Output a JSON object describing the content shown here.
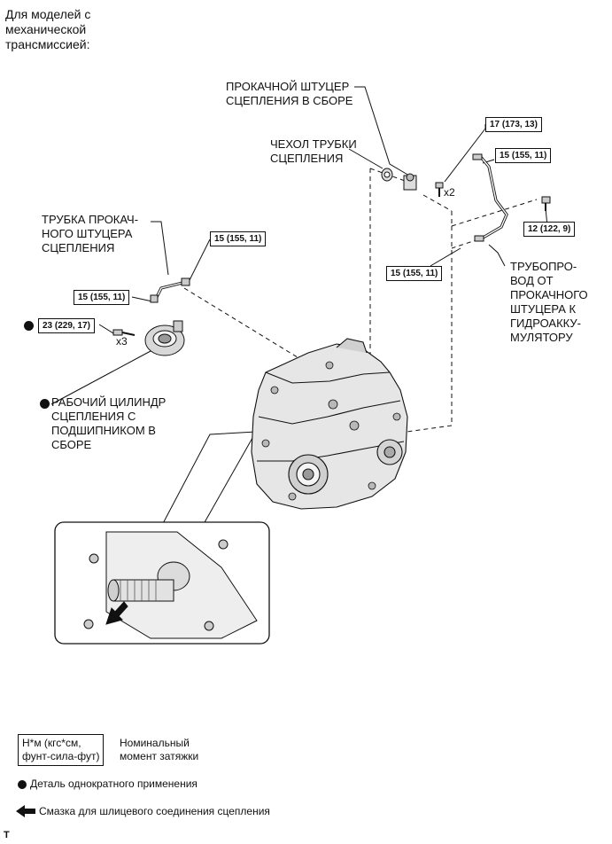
{
  "heading": [
    "Для моделей с",
    "механической",
    "трансмиссией:"
  ],
  "labels": {
    "bleeder_plug": [
      "ПРОКАЧНОЙ ШТУЦЕР",
      "СЦЕПЛЕНИЯ В СБОРЕ"
    ],
    "tube_cap": [
      "ЧЕХОЛ ТРУБКИ",
      "СЦЕПЛЕНИЯ"
    ],
    "bleeder_tube": [
      "ТРУБКА ПРОКАЧ-",
      "НОГО ШТУЦЕРА",
      "СЦЕПЛЕНИЯ"
    ],
    "slave_cylinder": [
      "РАБОЧИЙ ЦИЛИНДР",
      "СЦЕПЛЕНИЯ С",
      "ПОДШИПНИКОМ В",
      "СБОРЕ"
    ],
    "accumulator_tube": [
      "ТРУБОПРО-",
      "ВОД ОТ",
      "ПРОКАЧНОГО",
      "ШТУЦЕРА К",
      "ГИДРОАККУ-",
      "МУЛЯТОРУ"
    ]
  },
  "torques": {
    "t17": "17 (173, 13)",
    "t15_top": "15 (155, 11)",
    "t12": "12 (122, 9)",
    "t15_right": "15 (155, 11)",
    "t15_tube": "15 (155, 11)",
    "t15_left": "15 (155, 11)",
    "t23": "23 (229, 17)"
  },
  "multipliers": {
    "x2": "x2",
    "x3": "x3"
  },
  "legend": {
    "torque_box": [
      "Н*м (кгс*см,",
      "фунт-сила-фут)"
    ],
    "torque_desc": [
      "Номинальный",
      "момент затяжки"
    ],
    "non_reusable": "Деталь однократного применения",
    "grease": "Смазка для шлицевого соединения сцепления"
  },
  "footer_mark": "T",
  "colors": {
    "ink": "#111111",
    "background": "#ffffff",
    "part_fill": "#e6e6e6",
    "part_shade": "#b8b8b8"
  },
  "icons": [
    "non-reusable-dot-icon",
    "grease-arrow-icon"
  ]
}
